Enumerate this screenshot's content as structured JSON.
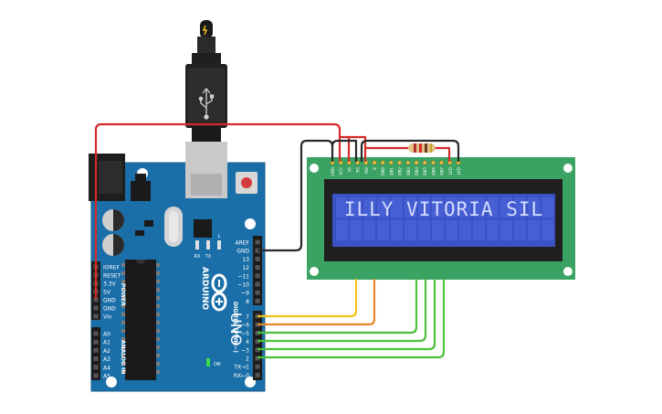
{
  "board": {
    "brand": "ARDUINO",
    "model": "UNO",
    "on_label": "ON",
    "power_header_title": "POWER",
    "analog_header_title": "ANALOG IN",
    "digital_header_title": "DIGITAL (PWM~)",
    "led_labels": [
      "L",
      "TX",
      "RX"
    ],
    "power_pins": [
      "IOREF",
      "RESET",
      "3.3V",
      "5V",
      "GND",
      "GND",
      "Vin"
    ],
    "analog_pins": [
      "A0",
      "A1",
      "A2",
      "A3",
      "A4",
      "A5"
    ],
    "digital_pins_top": [
      "AREF",
      "GND",
      "13",
      "12",
      "~11",
      "~10",
      "~9",
      "8"
    ],
    "digital_pins_bottom": [
      "7",
      "~6",
      "~5",
      "4",
      "~3",
      "2",
      "TX→1",
      "RX←0"
    ]
  },
  "lcd": {
    "display_text": "ILLY VITORIA SIL",
    "pin_labels": [
      "GND",
      "VCC",
      "V0",
      "RS",
      "RW",
      "E",
      "DB0",
      "DB1",
      "DB2",
      "DB3",
      "DB4",
      "DB5",
      "DB6",
      "DB7",
      "LED",
      "LED"
    ]
  },
  "colors": {
    "board_blue": "#1b6fa8",
    "lcd_green": "#3aa363",
    "lcd_screen": "#3b52c4",
    "wire_red": "#d42a2a",
    "wire_black": "#2a2a2a",
    "wire_yellow": "#f2c21b",
    "wire_orange": "#e8862a",
    "wire_green": "#4cc23a"
  },
  "icons": [
    "usb-icon",
    "power-bolt-icon",
    "arduino-infinity-logo-icon",
    "resistor-icon"
  ]
}
